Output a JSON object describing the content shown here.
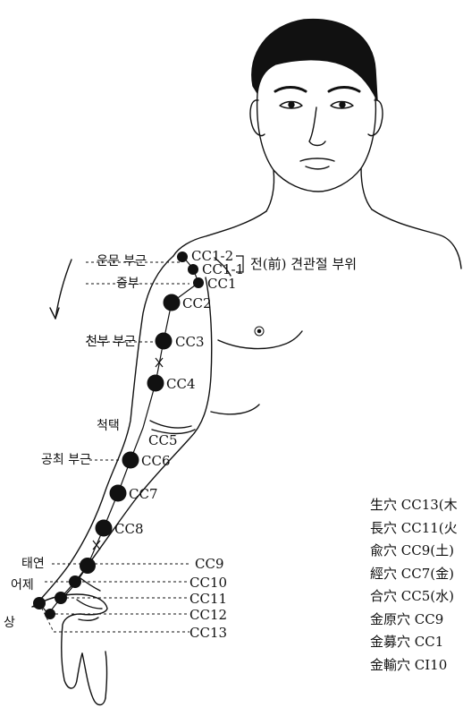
{
  "region_label": "전(前) 견관절 부위",
  "korean_labels": {
    "unmun": "운문 부근",
    "jungbu": "중부",
    "cheonbu": "천부 부근",
    "cheoktaek": "척택",
    "gongchoe": "공최 부근",
    "taeyeon": "태연",
    "eoje": "어제",
    "sang": "상"
  },
  "points": {
    "cc1_2": "CC1-2",
    "cc1_1": "CC1-1",
    "cc1": "CC1",
    "cc2": "CC2",
    "cc3": "CC3",
    "cc4": "CC4",
    "cc5": "CC5",
    "cc6": "CC6",
    "cc7": "CC7",
    "cc8": "CC8",
    "cc9": "CC9",
    "cc10": "CC10",
    "cc11": "CC11",
    "cc12": "CC12",
    "cc13": "CC13"
  },
  "legend": [
    "生穴 CC13(木",
    "長穴 CC11(火",
    "兪穴 CC9(土)",
    "經穴 CC7(金)",
    "合穴 CC5(水)",
    "金原穴 CC9",
    "金募穴 CC1",
    "金輸穴 CI10"
  ]
}
